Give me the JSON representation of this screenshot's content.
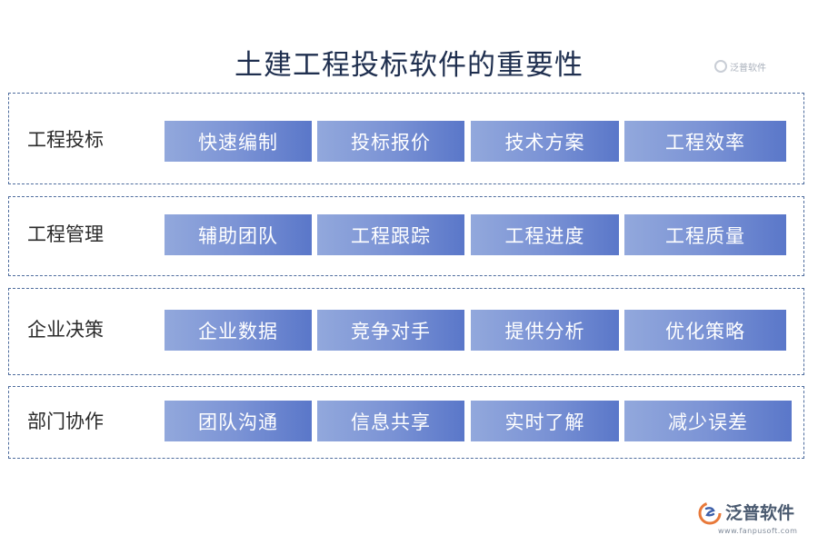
{
  "title": "土建工程投标软件的重要性",
  "watermark_logo": {
    "text": "泛普软件"
  },
  "rows": [
    {
      "label": "工程投标",
      "items": [
        "快速编制",
        "投标报价",
        "技术方案",
        "工程效率"
      ]
    },
    {
      "label": "工程管理",
      "items": [
        "辅助团队",
        "工程跟踪",
        "工程进度",
        "工程质量"
      ]
    },
    {
      "label": "企业决策",
      "items": [
        "企业数据",
        "竞争对手",
        "提供分析",
        "优化策略"
      ]
    },
    {
      "label": "部门协作",
      "items": [
        "团队沟通",
        "信息共享",
        "实时了解",
        "减少误差"
      ]
    }
  ],
  "footer_logo": {
    "brand": "泛普软件",
    "url": "www.fanpusoft.com"
  },
  "colors": {
    "cell_light": "#92a8dc",
    "cell_dark": "#5a77c9",
    "border": "#4f6d9e",
    "title": "#1f2f4f"
  }
}
